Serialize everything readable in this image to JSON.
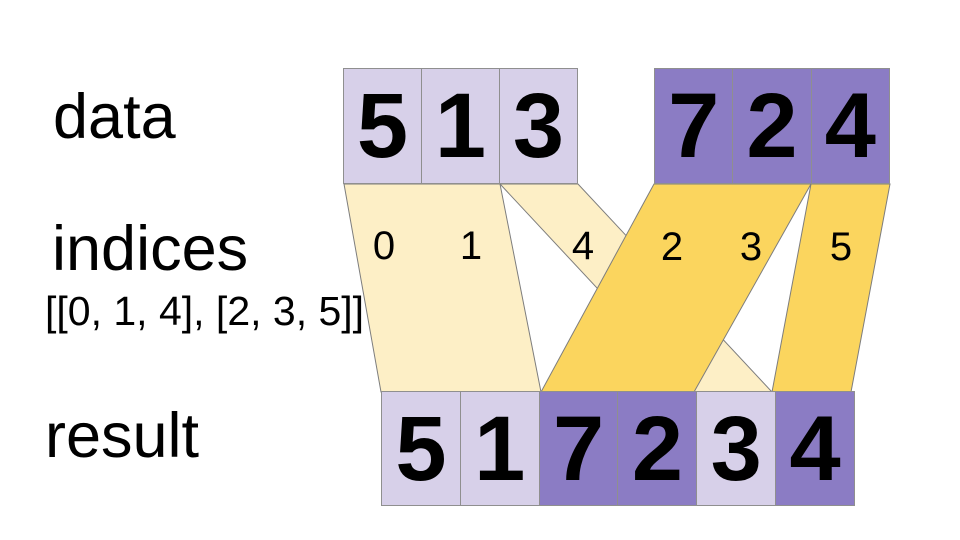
{
  "labels": {
    "data": "data",
    "indices": "indices",
    "indices_notation": "[[0, 1, 4], [2, 3, 5]]",
    "result": "result"
  },
  "colors": {
    "light_purple": "#d7d0e9",
    "dark_purple": "#8b7cc4",
    "cream": "#fdefc6",
    "gold": "#fbd55e"
  },
  "data_row": {
    "groups": [
      {
        "values": [
          "5",
          "1",
          "3"
        ]
      },
      {
        "values": [
          "7",
          "2",
          "4"
        ]
      }
    ]
  },
  "indices_row": {
    "values": [
      "0",
      "1",
      "4",
      "2",
      "3",
      "5"
    ]
  },
  "result_row": {
    "values": [
      "5",
      "1",
      "7",
      "2",
      "3",
      "4"
    ]
  }
}
